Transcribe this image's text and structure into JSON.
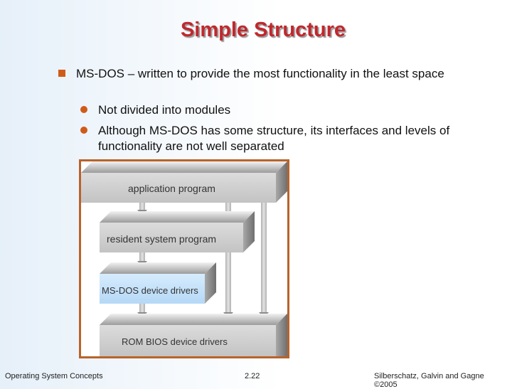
{
  "slide": {
    "title": "Simple Structure",
    "bullet": "MS-DOS – written to provide the most functionality in the least space",
    "sub_bullets": [
      "Not divided into modules",
      "Although MS-DOS has some structure, its interfaces and levels of functionality are not well separated"
    ]
  },
  "diagram": {
    "layers": [
      {
        "label": "application program"
      },
      {
        "label": "resident system program"
      },
      {
        "label": "MS-DOS device drivers"
      },
      {
        "label": "ROM BIOS device drivers"
      }
    ]
  },
  "footer": {
    "left": "Operating System Concepts",
    "center": "2.22",
    "right": "Silberschatz, Galvin and Gagne ©2005"
  },
  "colors": {
    "title": "#c0282d",
    "bullet_marker": "#cf5b1a",
    "frame_border": "#b9632a",
    "highlight_layer": "#c6e2fb"
  }
}
